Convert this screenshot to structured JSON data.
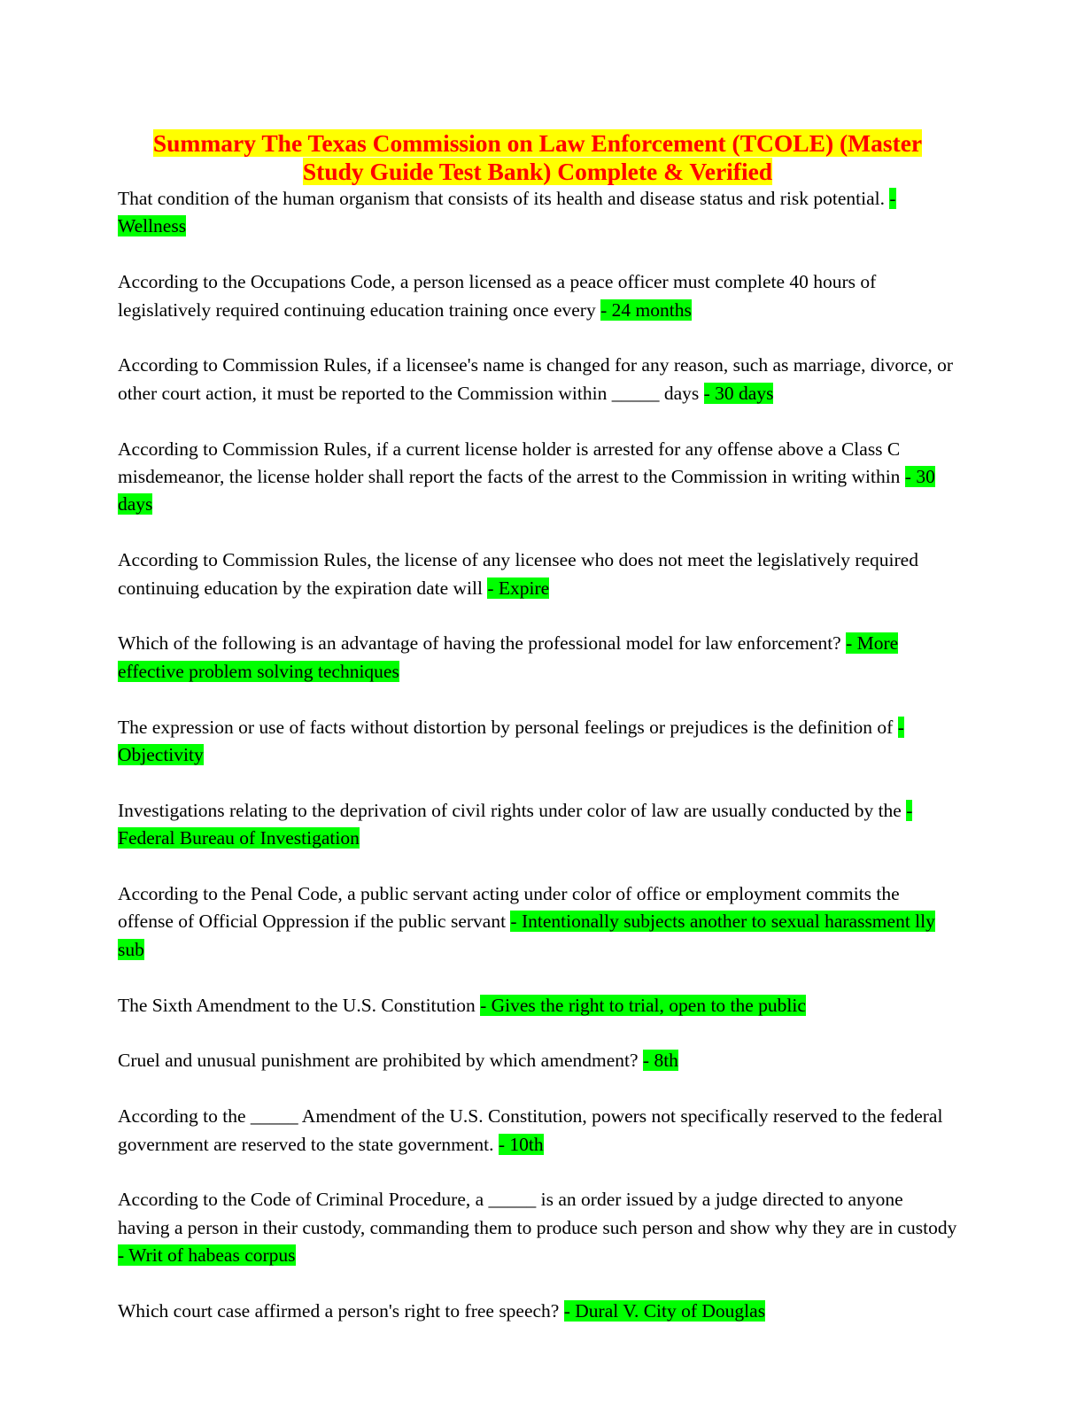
{
  "document": {
    "title_lines": [
      "Summary The Texas Commission on Law Enforcement (TCOLE) (Master",
      "Study Guide Test Bank) Complete & Verified"
    ],
    "items": [
      {
        "question": "That condition of the human organism that consists of its health and disease status and risk potential.",
        "answer": "- Wellness"
      },
      {
        "question": "According to the Occupations Code, a person licensed as a peace officer must complete 40 hours of legislatively required continuing education training once every",
        "answer": "- 24 months"
      },
      {
        "question": "According to Commission Rules, if a licensee's name is changed for any reason, such as marriage, divorce, or other court action, it must be reported to the Commission within _____ days",
        "answer": "- 30 days"
      },
      {
        "question": "According to Commission Rules, if a current license holder is arrested for any offense above a Class C misdemeanor, the license holder shall report the facts of the arrest to the Commission in writing within",
        "answer": "- 30 days"
      },
      {
        "question": "According to Commission Rules, the license of any licensee who does not meet the legislatively required continuing education by the expiration date will",
        "answer": "- Expire"
      },
      {
        "question": "Which of the following is an advantage of having the professional model for law enforcement?",
        "answer": "- More effective problem solving techniques"
      },
      {
        "question": "The expression or use of facts without distortion by personal feelings or prejudices is the definition of",
        "answer": "- Objectivity"
      },
      {
        "question": "Investigations relating to the deprivation of civil rights under color of law are usually conducted by the",
        "answer": "- Federal Bureau of Investigation"
      },
      {
        "question": "According to the Penal Code, a public servant acting under color of office or employment commits the offense of Official Oppression if the public servant",
        "answer": "- Intentionally subjects another to sexual harassment lly sub"
      },
      {
        "question": "The Sixth Amendment to the U.S. Constitution",
        "answer": "- Gives the right to trial, open to the public"
      },
      {
        "question": "Cruel and unusual punishment are prohibited by which amendment?",
        "answer": "- 8th"
      },
      {
        "question": "According to the _____ Amendment of the U.S. Constitution, powers not specifically reserved to the federal government are reserved to the state government.",
        "answer": "- 10th"
      },
      {
        "question": "According to the Code of Criminal Procedure, a _____ is an order issued by a judge directed to anyone having a person in their custody, commanding them to produce such person and show why they are in custody",
        "answer": "- Writ of habeas corpus"
      },
      {
        "question": "Which court case affirmed a person's right to free speech?",
        "answer": "- Dural V. City of Douglas"
      }
    ]
  },
  "colors": {
    "title_text": "#ff0000",
    "title_highlight": "#ffff00",
    "answer_highlight": "#00ff00"
  }
}
